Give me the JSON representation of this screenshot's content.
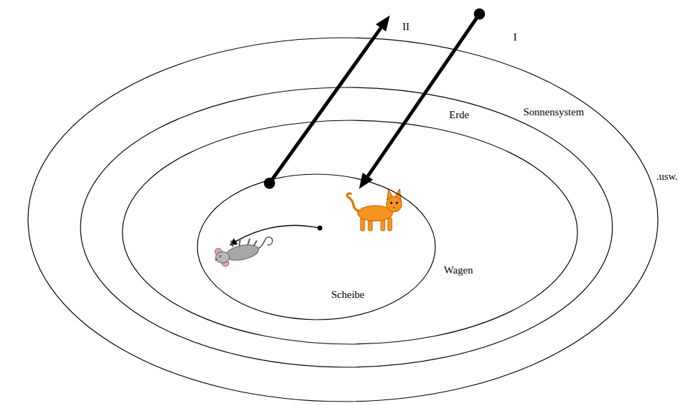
{
  "diagram": {
    "nodes": [
      {
        "text": [
          "Sonnensystem"
        ]
      },
      {
        "text": [
          "Erde"
        ],
        "in": 0
      },
      {
        "text": [
          "Wagen"
        ],
        "in": 1
      },
      {
        "text": [
          "Scheibe"
        ],
        "in": 2
      }
    ],
    "labels": [
      "II",
      "I",
      ".usw."
    ]
  }
}
